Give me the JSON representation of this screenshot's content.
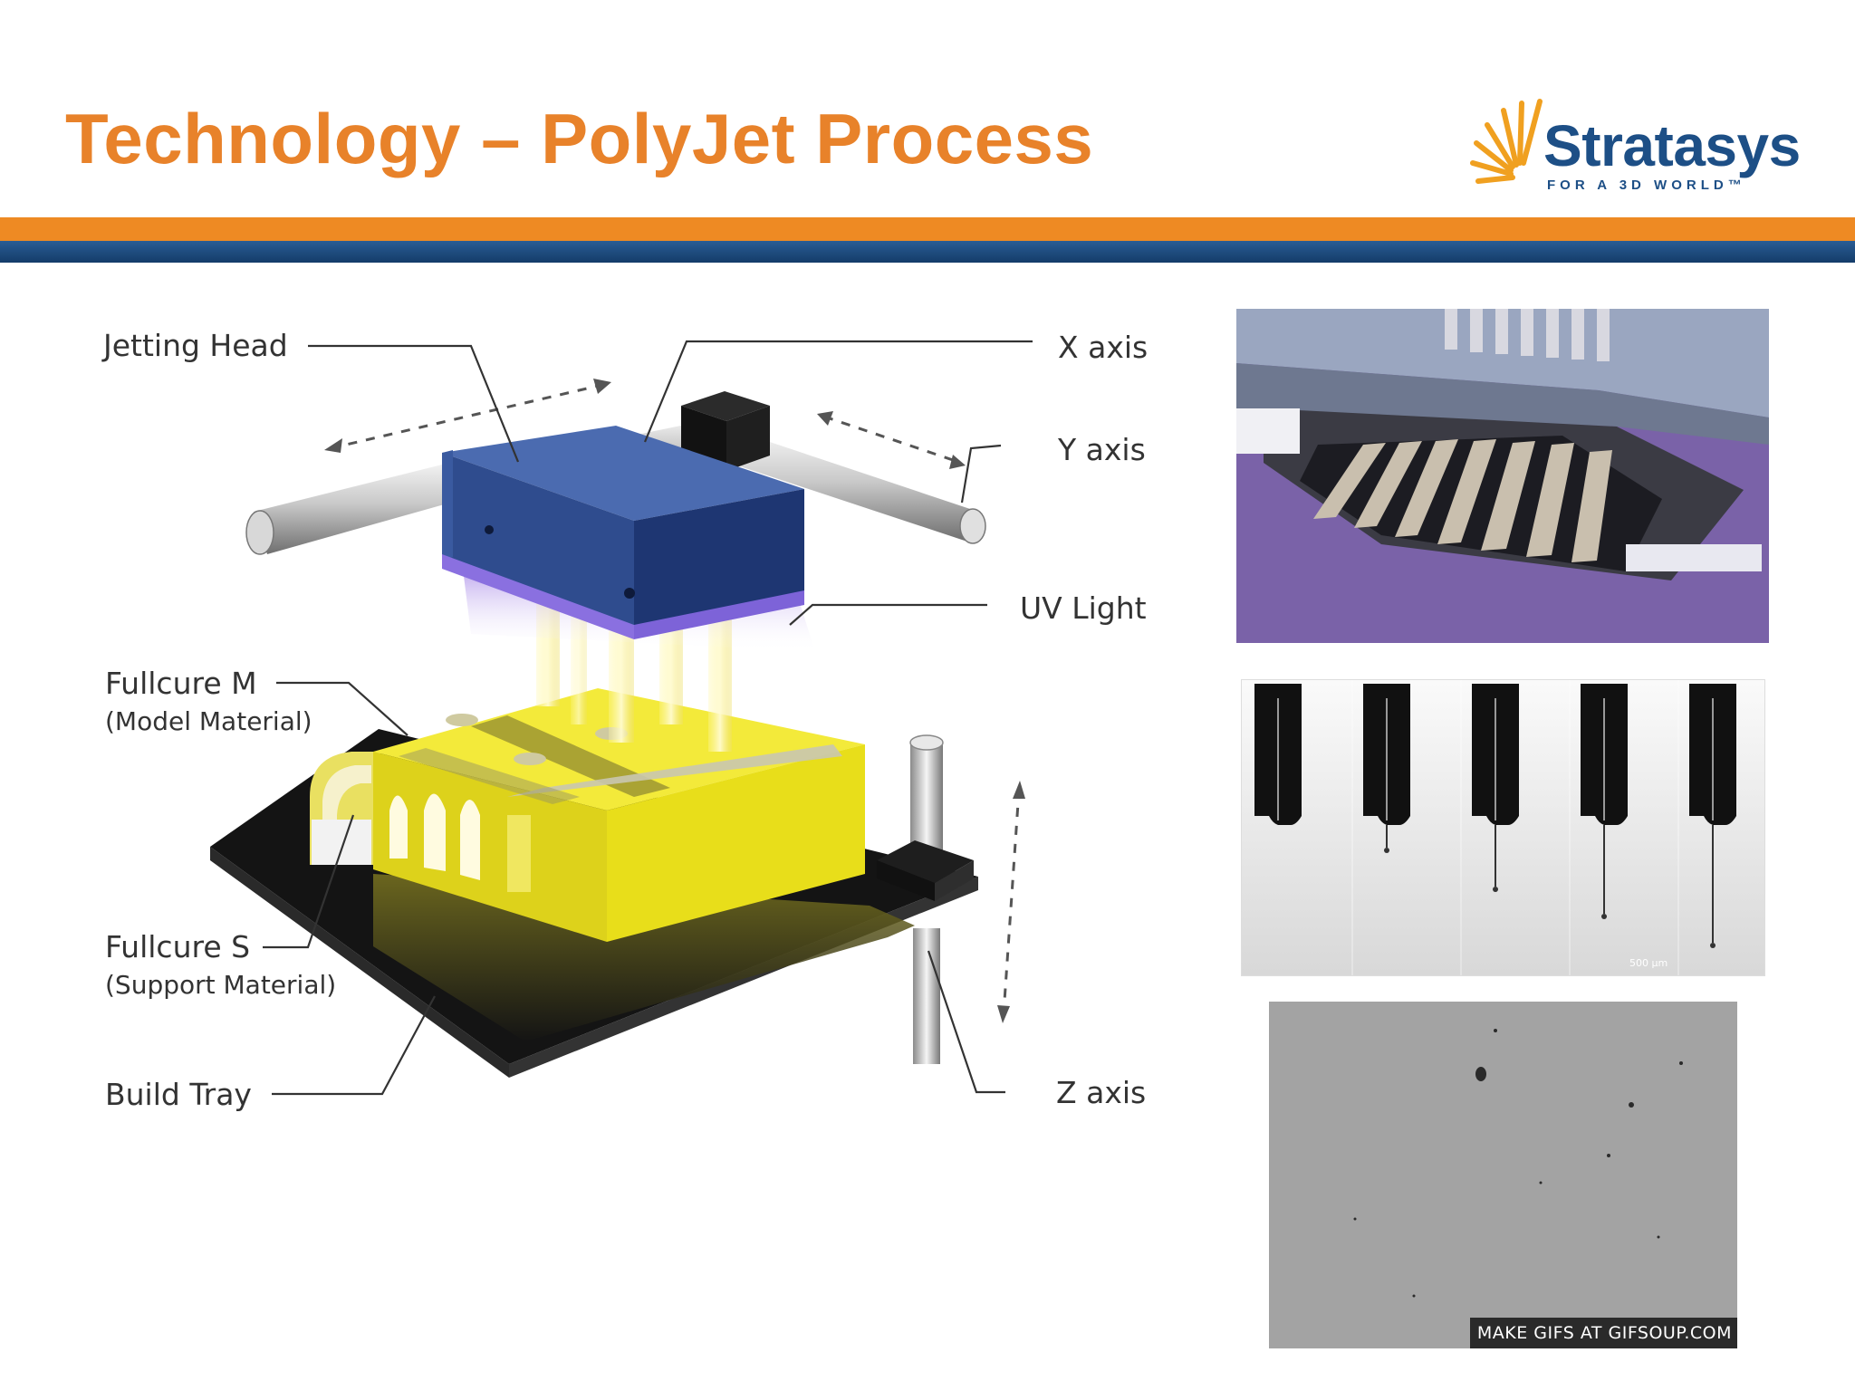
{
  "slide": {
    "title": "Technology – PolyJet Process"
  },
  "logo": {
    "name": "Stratasys",
    "tagline": "FOR A 3D WORLD™"
  },
  "diagram": {
    "labels": {
      "jetting_head": "Jetting Head",
      "x_axis": "X axis",
      "y_axis": "Y axis",
      "uv_light": "UV Light",
      "model_material": "Fullcure M",
      "model_material_sub": "(Model Material)",
      "support_material": "Fullcure S",
      "support_material_sub": "(Support Material)",
      "build_tray": "Build Tray",
      "z_axis": "Z axis"
    }
  },
  "photos": {
    "droplet_scale": "500 µm",
    "gif_watermark": "MAKE GIFS AT GIFSOUP.COM"
  },
  "colors": {
    "title": "#e8822a",
    "brand_blue": "#1d4f86",
    "band_orange": "#ee8a23",
    "band_blue": "#1f4b7e",
    "model_yellow": "#e8de1a",
    "head_blue": "#2f4c8e",
    "photo_purple": "#7a62a8"
  }
}
